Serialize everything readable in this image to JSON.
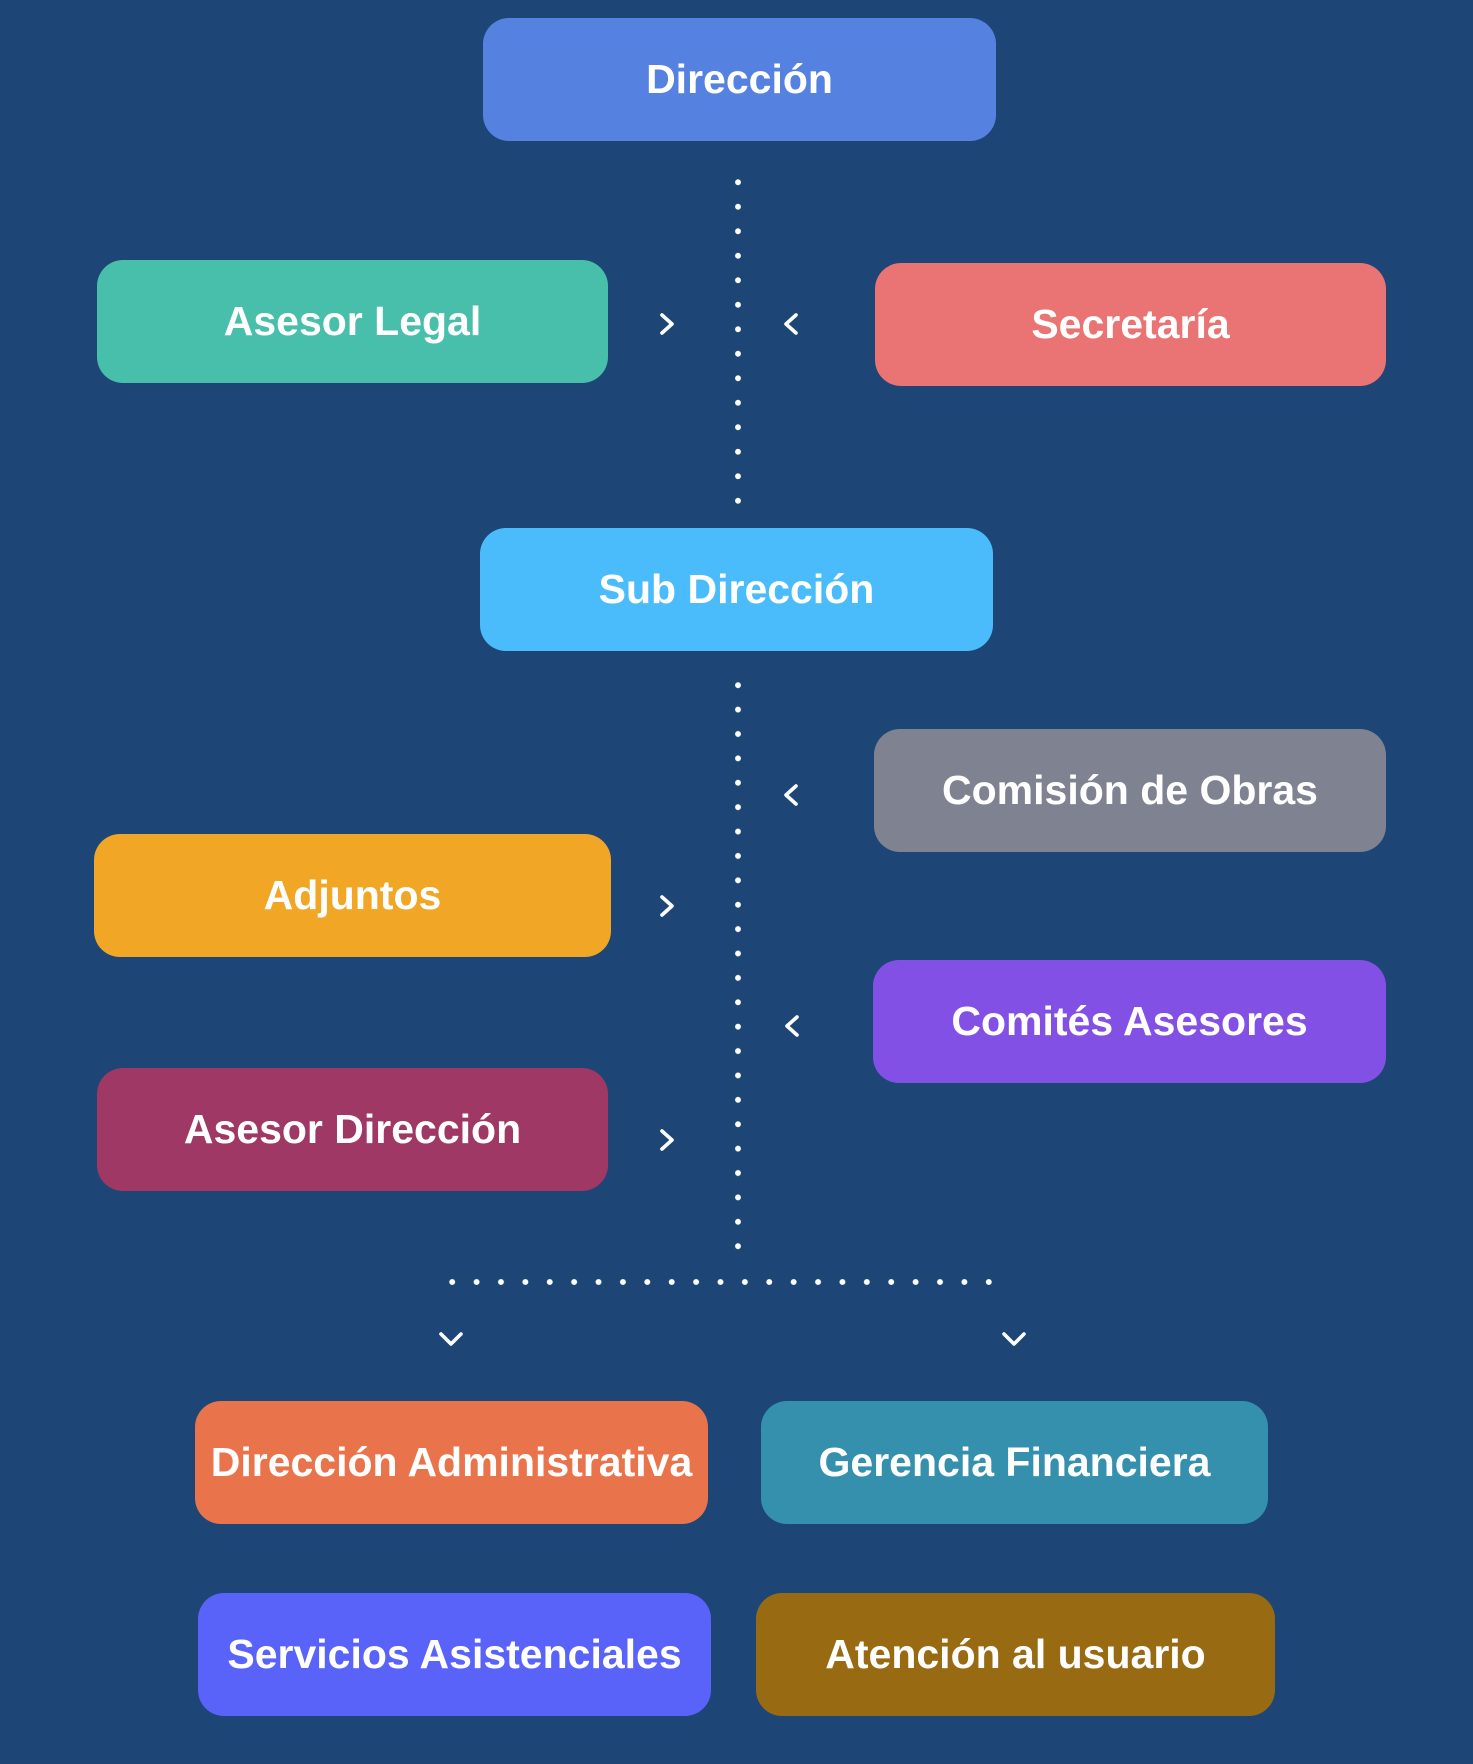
{
  "nodes": {
    "direccion": {
      "label": "Dirección",
      "color": "#5582e0"
    },
    "asesor_legal": {
      "label": "Asesor Legal",
      "color": "#47bfaa"
    },
    "secretaria": {
      "label": "Secretaría",
      "color": "#ea7373"
    },
    "sub_direccion": {
      "label": "Sub Dirección",
      "color": "#4bbcfb"
    },
    "comision_obras": {
      "label": "Comisión de Obras",
      "color": "#7f8391"
    },
    "adjuntos": {
      "label": "Adjuntos",
      "color": "#f1a626"
    },
    "comites_asesores": {
      "label": "Comités Asesores",
      "color": "#8350e6"
    },
    "asesor_direccion": {
      "label": "Asesor Dirección",
      "color": "#9f3865"
    },
    "direccion_administrativa": {
      "label": "Dirección Administrativa",
      "color": "#e9744b"
    },
    "gerencia_financiera": {
      "label": "Gerencia Financiera",
      "color": "#3490ad"
    },
    "servicios_asistenciales": {
      "label": "Servicios Asistenciales",
      "color": "#5a63f9"
    },
    "atencion_usuario": {
      "label": "Atención al usuario",
      "color": "#986a12"
    }
  },
  "background_color": "#1d4676",
  "connector_color": "#ffffff"
}
